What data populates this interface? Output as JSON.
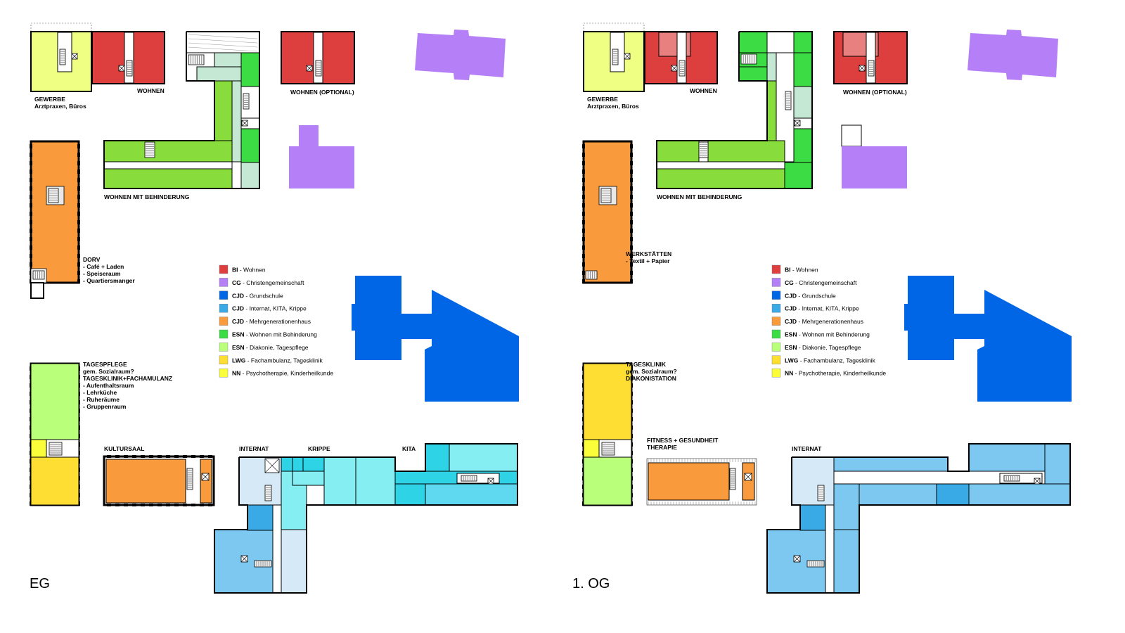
{
  "colors": {
    "BI": "#dd3f3f",
    "BI_light": "#e88080",
    "CG": "#b57ff7",
    "CJD_school": "#0066e6",
    "CJD_internat_a": "#3aaae6",
    "CJD_internat_b": "#7dc8f0",
    "CJD_internat_c": "#d6e9f7",
    "CJD_kita_a": "#52e6ee",
    "CJD_kita_b": "#84eef3",
    "CJD_kita_c": "#2ed3e6",
    "CJD_kita_d": "#5fd9f0",
    "CJD_mgh": "#f99a3c",
    "ESN_wohnen": "#3bdc44",
    "ESN_wohnen_light": "#88dd3d",
    "ESN_diakonie": "#b9ff7a",
    "LWG": "#fede33",
    "NN": "#fafd3a",
    "gewerbe": "#efff84",
    "corridor_mint": "#c5e8d4",
    "stair_grey": "#d4d4d4"
  },
  "legend": [
    {
      "code": "BI",
      "text": " - Wohnen",
      "color_key": "BI"
    },
    {
      "code": "CG",
      "text": " - Christengemeinschaft",
      "color_key": "CG"
    },
    {
      "code": "CJD",
      "text": " - Grundschule",
      "color_key": "CJD_school"
    },
    {
      "code": "CJD",
      "text": " - Internat, KITA, Krippe",
      "color_key": "CJD_internat_a"
    },
    {
      "code": "CJD",
      "text": " - Mehrgenerationenhaus",
      "color_key": "CJD_mgh"
    },
    {
      "code": "ESN",
      "text": " - Wohnen mit Behinderung",
      "color_key": "ESN_wohnen"
    },
    {
      "code": "ESN",
      "text": " - Diakonie, Tagespflege",
      "color_key": "ESN_diakonie"
    },
    {
      "code": "LWG",
      "text": " - Fachambulanz, Tagesklinik",
      "color_key": "LWG"
    },
    {
      "code": "NN",
      "text": " - Psychotherapie, Kinderheilkunde",
      "color_key": "NN"
    }
  ],
  "eg": {
    "floor_label": "EG",
    "labels": {
      "gewerbe": [
        "GEWERBE",
        "Arztpraxen, Büros"
      ],
      "wohnen": [
        "WOHNEN"
      ],
      "wohnen_optional": [
        "WOHNEN (OPTIONAL)"
      ],
      "wohnen_behinderung": [
        "WOHNEN MIT BEHINDERUNG"
      ],
      "dorv": [
        "DORV",
        "- Café + Laden",
        "- Speiseraum",
        "- Quartiersmanger"
      ],
      "tagespflege": [
        "TAGESPFLEGE",
        "gem. Sozialraum?",
        "TAGESKLINIK+FACHAMULANZ",
        "- Aufenthaltsraum",
        "- Lehrküche",
        "- Ruheräume",
        "- Gruppenraum"
      ],
      "kultursaal": [
        "KULTURSAAL"
      ],
      "internat": [
        "INTERNAT"
      ],
      "krippe": [
        "KRIPPE"
      ],
      "kita": [
        "KITA"
      ]
    }
  },
  "og": {
    "floor_label": "1. OG",
    "labels": {
      "gewerbe": [
        "GEWERBE",
        "Arztpraxen, Büros"
      ],
      "wohnen": [
        "WOHNEN"
      ],
      "wohnen_optional": [
        "WOHNEN (OPTIONAL)"
      ],
      "wohnen_behinderung": [
        "WOHNEN MIT BEHINDERUNG"
      ],
      "werkstaetten": [
        "WERKSTÄTTEN",
        "- Textil + Papier"
      ],
      "tagesklinik": [
        "TAGESKLINIK",
        "gem. Sozialraum?",
        "DIAKONISTATION"
      ],
      "fitness": [
        "FITNESS + GESUNDHEIT",
        "THERAPIE"
      ],
      "internat": [
        "INTERNAT"
      ]
    }
  }
}
